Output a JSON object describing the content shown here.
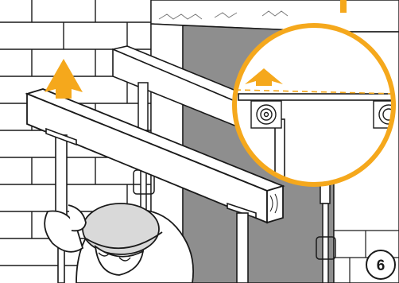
{
  "figure": {
    "step_label": "6",
    "colors": {
      "accent": "#f5a81c",
      "shadow_wall": "#8e8e8e",
      "line": "#1a1a1a",
      "paper": "#ffffff",
      "grey_light": "#d9d9d9",
      "dashed_line": "#f5a81c"
    },
    "icons": [
      "up-arrow-icon",
      "magnifier-circle",
      "step-badge"
    ]
  }
}
